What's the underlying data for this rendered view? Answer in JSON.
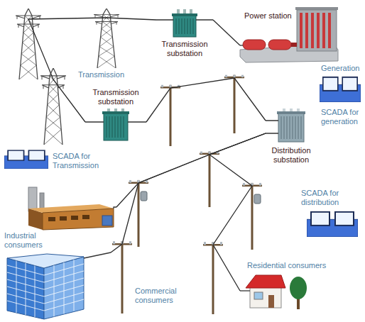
{
  "diagram": {
    "nodes": [
      {
        "text": [
          "Power station"
        ]
      },
      {
        "text": [
          "Transmission substation"
        ]
      },
      {
        "text": [
          "Transmission substation"
        ]
      },
      {
        "text": [
          "Distribution substation"
        ]
      },
      {
        "text": [
          "Industrial consumers"
        ]
      },
      {
        "text": [
          "Commercial consumers"
        ]
      },
      {
        "text": [
          "Residential consumers"
        ]
      },
      {
        "text": [
          "SCADA for generation"
        ]
      },
      {
        "text": [
          "SCADA for Transmission"
        ]
      },
      {
        "text": [
          "SCADA for distribution"
        ]
      }
    ],
    "edges": [
      {
        "from": 0,
        "to": 1,
        "arrow": "none"
      },
      {
        "from": 1,
        "to": 2,
        "arrow": "none"
      },
      {
        "from": 2,
        "to": 3,
        "arrow": "none"
      },
      {
        "from": 3,
        "to": 4,
        "arrow": "none"
      },
      {
        "from": 3,
        "to": 5,
        "arrow": "none"
      },
      {
        "from": 3,
        "to": 6,
        "arrow": "none"
      }
    ],
    "labels": [
      "Transmission",
      "Generation"
    ]
  }
}
